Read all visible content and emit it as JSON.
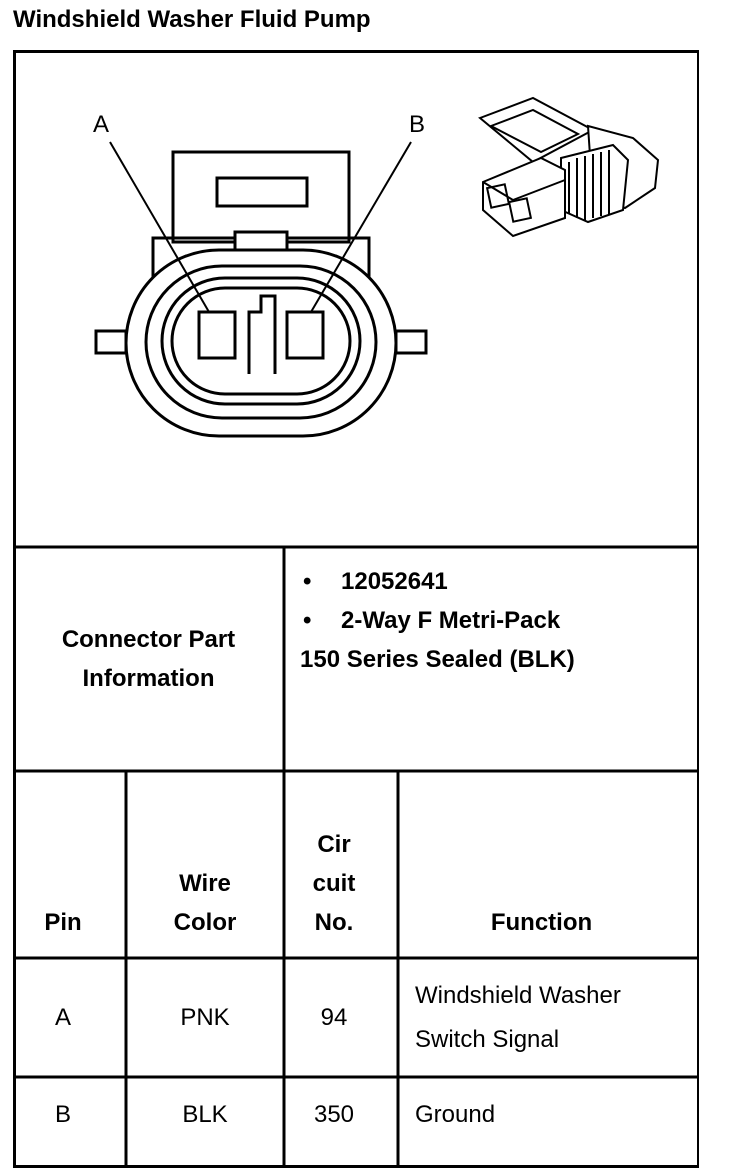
{
  "title": "Windshield Washer Fluid Pump",
  "diagram": {
    "pin_a_label": "A",
    "pin_b_label": "B"
  },
  "connector_info": {
    "label_line1": "Connector Part",
    "label_line2": "Information",
    "bullet": "•",
    "part_number": "12052641",
    "desc_line1": "2-Way F Metri-Pack",
    "desc_line2": "150 Series Sealed (BLK)"
  },
  "table": {
    "headers": {
      "pin": "Pin",
      "wire_color_1": "Wire",
      "wire_color_2": "Color",
      "circuit_1": "Cir",
      "circuit_2": "cuit",
      "circuit_3": "No.",
      "function": "Function"
    },
    "rows": [
      {
        "pin": "A",
        "wire_color": "PNK",
        "circuit": "94",
        "function_1": "Windshield Washer",
        "function_2": "Switch Signal"
      },
      {
        "pin": "B",
        "wire_color": "BLK",
        "circuit": "350",
        "function_1": "Ground",
        "function_2": ""
      }
    ]
  }
}
